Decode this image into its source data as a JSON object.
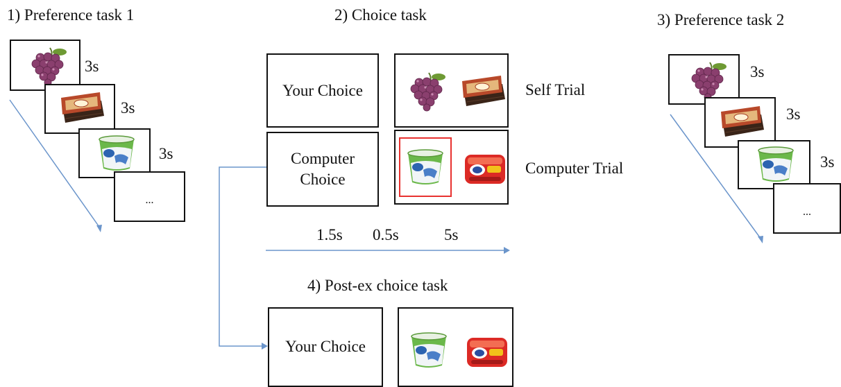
{
  "sections": {
    "pref1": {
      "title": "1) Preference task 1",
      "durations": [
        "3s",
        "3s",
        "3s"
      ],
      "ellipsis": "..."
    },
    "choice": {
      "title": "2) Choice task",
      "your_choice": "Your Choice",
      "computer_choice_line1": "Computer",
      "computer_choice_line2": "Choice",
      "self_trial": "Self Trial",
      "computer_trial": "Computer Trial",
      "timeline": [
        "1.5s",
        "0.5s",
        "5s"
      ]
    },
    "pref2": {
      "title": "3) Preference task 2",
      "durations": [
        "3s",
        "3s",
        "3s"
      ],
      "ellipsis": "..."
    },
    "postex": {
      "title": "4) Post-ex choice task",
      "your_choice": "Your Choice"
    }
  },
  "colors": {
    "arrow": "#6b95cb",
    "highlight": "#e8312f",
    "frame": "#111111"
  },
  "icons": [
    "grapes-icon",
    "chocolate-bar-icon",
    "yogurt-cup-icon",
    "red-package-icon"
  ]
}
